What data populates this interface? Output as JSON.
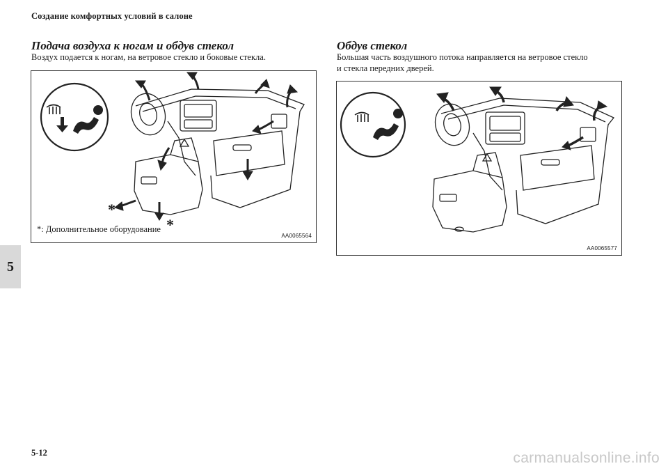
{
  "header": {
    "title": "Создание комфортных условий в салоне"
  },
  "chapter_tab": "5",
  "left_section": {
    "heading": "Подача воздуха к ногам и обдув стекол",
    "text": "Воздух подается к ногам, на ветровое стекло и боковые стекла.",
    "figure": {
      "footnote": "*: Дополнительное оборудование",
      "code": "AA0065564",
      "marks": [
        "*",
        "*"
      ]
    }
  },
  "right_section": {
    "heading": "Обдув стекол",
    "text_line1": "Большая часть воздушного потока направляется на ветровое стекло",
    "text_line2": "и стекла передних дверей.",
    "figure": {
      "code": "AA0065577"
    }
  },
  "footer": {
    "page_number": "5-12",
    "watermark": "carmanualsonline.info"
  }
}
